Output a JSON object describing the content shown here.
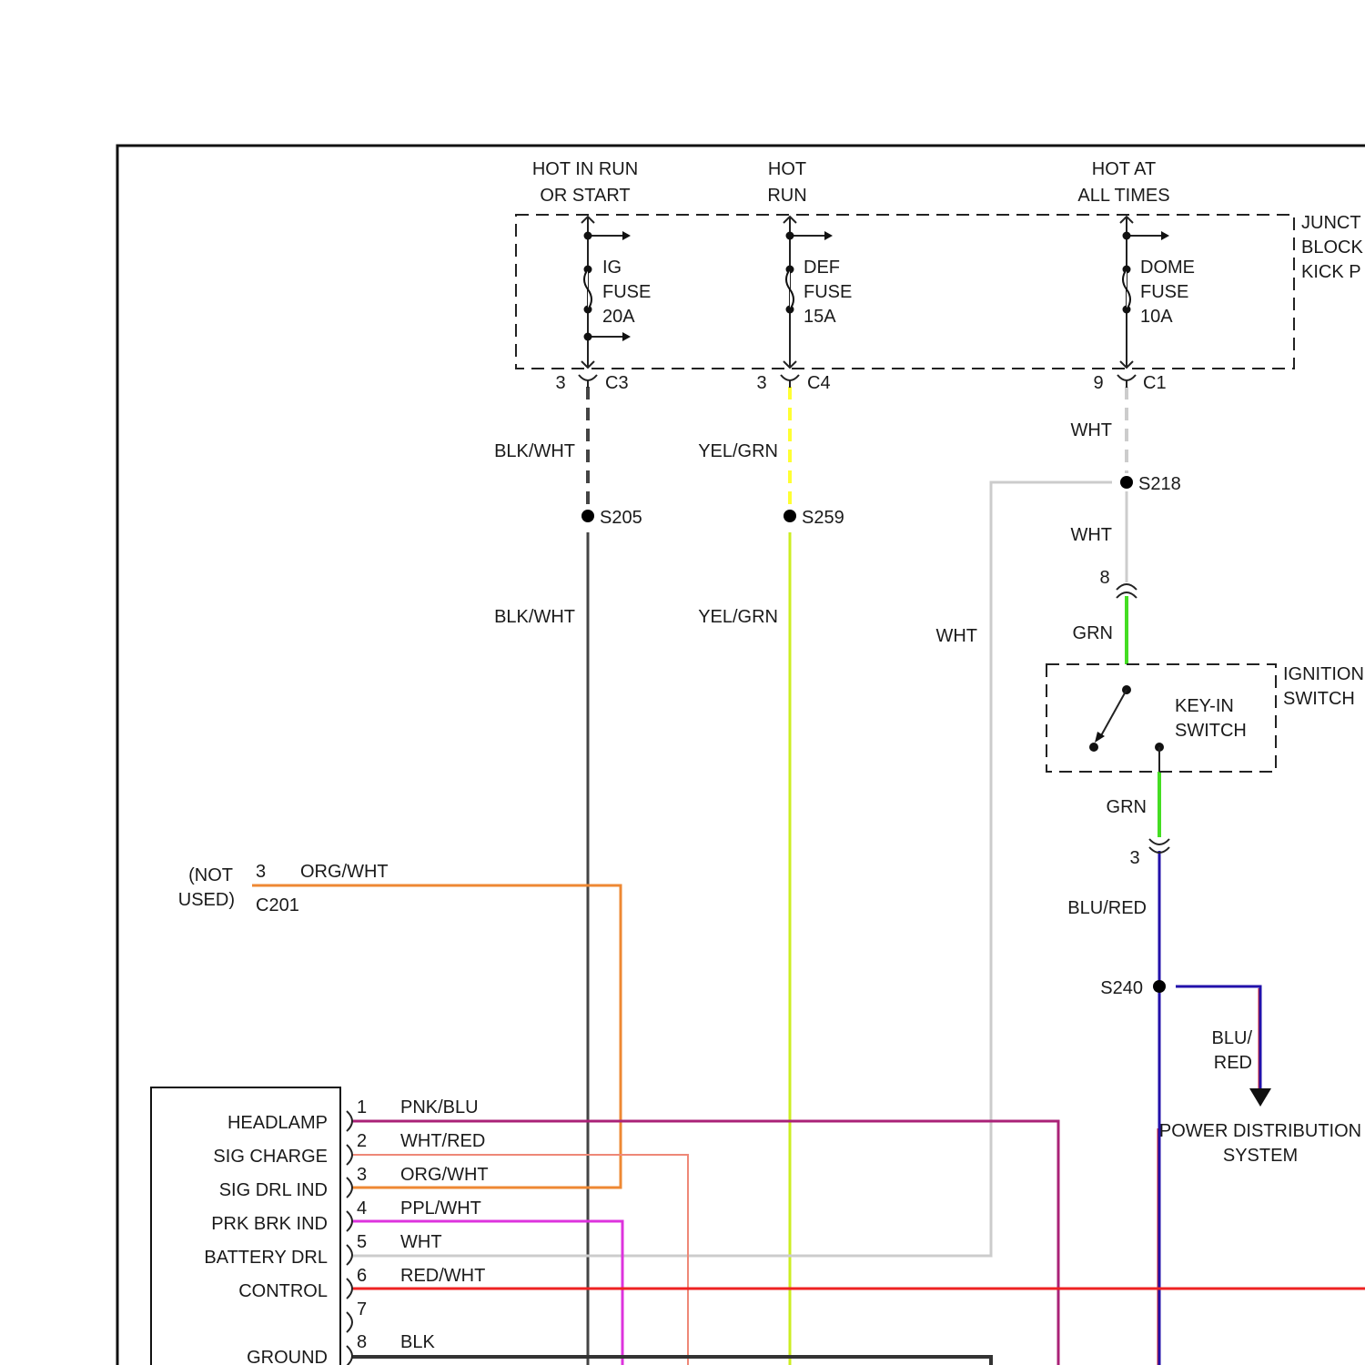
{
  "header": {
    "col1": [
      "HOT IN RUN",
      "OR START"
    ],
    "col2": [
      "HOT",
      "RUN"
    ],
    "col3": [
      "HOT AT",
      "ALL TIMES"
    ]
  },
  "junction_block": [
    "JUNCT",
    "BLOCK",
    "KICK P"
  ],
  "fuses": {
    "ig": [
      "IG",
      "FUSE",
      "20A"
    ],
    "def": [
      "DEF",
      "FUSE",
      "15A"
    ],
    "dome": [
      "DOME",
      "FUSE",
      "10A"
    ]
  },
  "connectors": {
    "c3": {
      "pin": "3",
      "name": "C3"
    },
    "c4": {
      "pin": "3",
      "name": "C4"
    },
    "c1": {
      "pin": "9",
      "name": "C1"
    },
    "ign_in_pin": "8",
    "ign_out_pin": "3",
    "c201": {
      "pin": "3",
      "name": "C201",
      "not_used": [
        "(NOT",
        "USED)"
      ]
    }
  },
  "splices": {
    "s205": "S205",
    "s259": "S259",
    "s218": "S218",
    "s240": "S240"
  },
  "wires": {
    "blk_wht": "BLK/WHT",
    "yel_grn": "YEL/GRN",
    "wht": "WHT",
    "grn": "GRN",
    "blu_red": "BLU/RED",
    "blu_red_split": [
      "BLU/",
      "RED"
    ],
    "org_wht": "ORG/WHT"
  },
  "ignition_switch": {
    "title": [
      "IGNITION",
      "SWITCH"
    ],
    "key_in": [
      "KEY-IN",
      "SWITCH"
    ]
  },
  "power_distribution": [
    "POWER DISTRIBUTION",
    "SYSTEM"
  ],
  "module": {
    "labels": [
      "HEADLAMP",
      "SIG CHARGE",
      "SIG DRL IND",
      "PRK BRK IND",
      "BATTERY DRL",
      "CONTROL",
      "GROUND"
    ],
    "pins": [
      {
        "num": "1",
        "wire": "PNK/BLU"
      },
      {
        "num": "2",
        "wire": "WHT/RED"
      },
      {
        "num": "3",
        "wire": "ORG/WHT"
      },
      {
        "num": "4",
        "wire": "PPL/WHT"
      },
      {
        "num": "5",
        "wire": "WHT"
      },
      {
        "num": "6",
        "wire": "RED/WHT"
      },
      {
        "num": "7",
        "wire": ""
      },
      {
        "num": "8",
        "wire": "BLK"
      }
    ]
  },
  "colors": {
    "border": "#111111",
    "blk_wht": "#444444",
    "yel_grn": "#ccee22",
    "yel_grn_dashed": "#ffff33",
    "wht": "#cccccc",
    "grn": "#44dd22",
    "blu_red": "#2211aa",
    "blu_red_accent": "#cc2233",
    "org_wht": "#ee8833",
    "pnk_blu": "#aa2277",
    "wht_red": "#ee8877",
    "ppl_wht": "#dd33dd",
    "red_wht": "#ee2222",
    "blk": "#333333"
  }
}
